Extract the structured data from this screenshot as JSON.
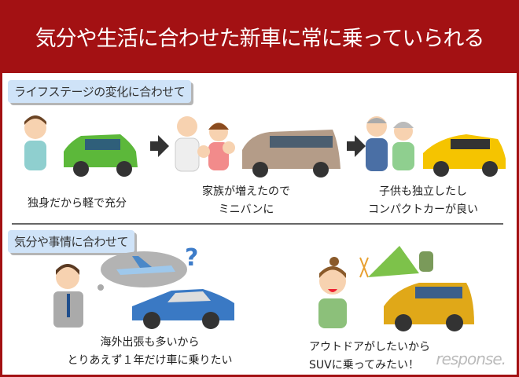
{
  "title": "気分や生活に合わせた新車に常に乗っていられる",
  "section1": {
    "label": "ライフステージの変化に合わせて",
    "stages": [
      {
        "caption": [
          "独身だから軽で充分"
        ]
      },
      {
        "caption": [
          "家族が増えたので",
          "ミニバンに"
        ]
      },
      {
        "caption": [
          "子供も独立したし",
          "コンパクトカーが良い"
        ]
      }
    ]
  },
  "section2": {
    "label": "気分や事情に合わせて",
    "scenes": [
      {
        "caption": [
          "海外出張も多いから",
          "とりあえず１年だけ車に乗りたい"
        ]
      },
      {
        "caption": [
          "アウトドアがしたいから",
          "SUVに乗ってみたい！"
        ]
      }
    ]
  },
  "watermark": "response.",
  "colors": {
    "header": "#a31113",
    "tag": "#cfe3f8"
  }
}
